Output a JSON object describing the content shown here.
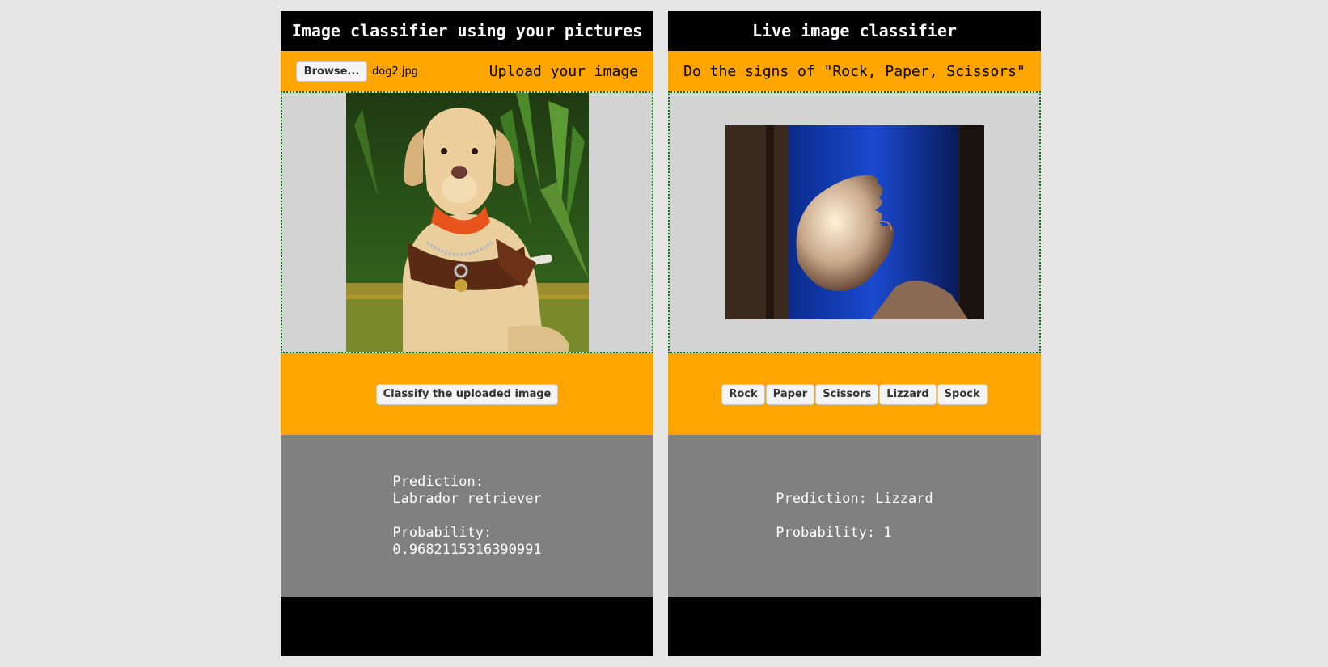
{
  "left": {
    "title": "Image classifier using your pictures",
    "browse_label": "Browse...",
    "file_name": "dog2.jpg",
    "upload_label": "Upload your image",
    "classify_label": "Classify the uploaded image",
    "prediction_label": "Prediction:",
    "prediction_value": "Labrador retriever",
    "probability_label": "Probability:",
    "probability_value": "0.9682115316390991"
  },
  "right": {
    "title": "Live image classifier",
    "instructions": "Do the signs of \"Rock, Paper, Scissors\"",
    "buttons": [
      "Rock",
      "Paper",
      "Scissors",
      "Lizzard",
      "Spock"
    ],
    "prediction_text": "Prediction: Lizzard",
    "probability_text": "Probability: 1"
  },
  "colors": {
    "accent_orange": "#ffa500",
    "header_black": "#000000",
    "result_gray": "#808080",
    "image_bg": "#d3d3d3",
    "dotted_border_green": "#0a7a0a"
  }
}
